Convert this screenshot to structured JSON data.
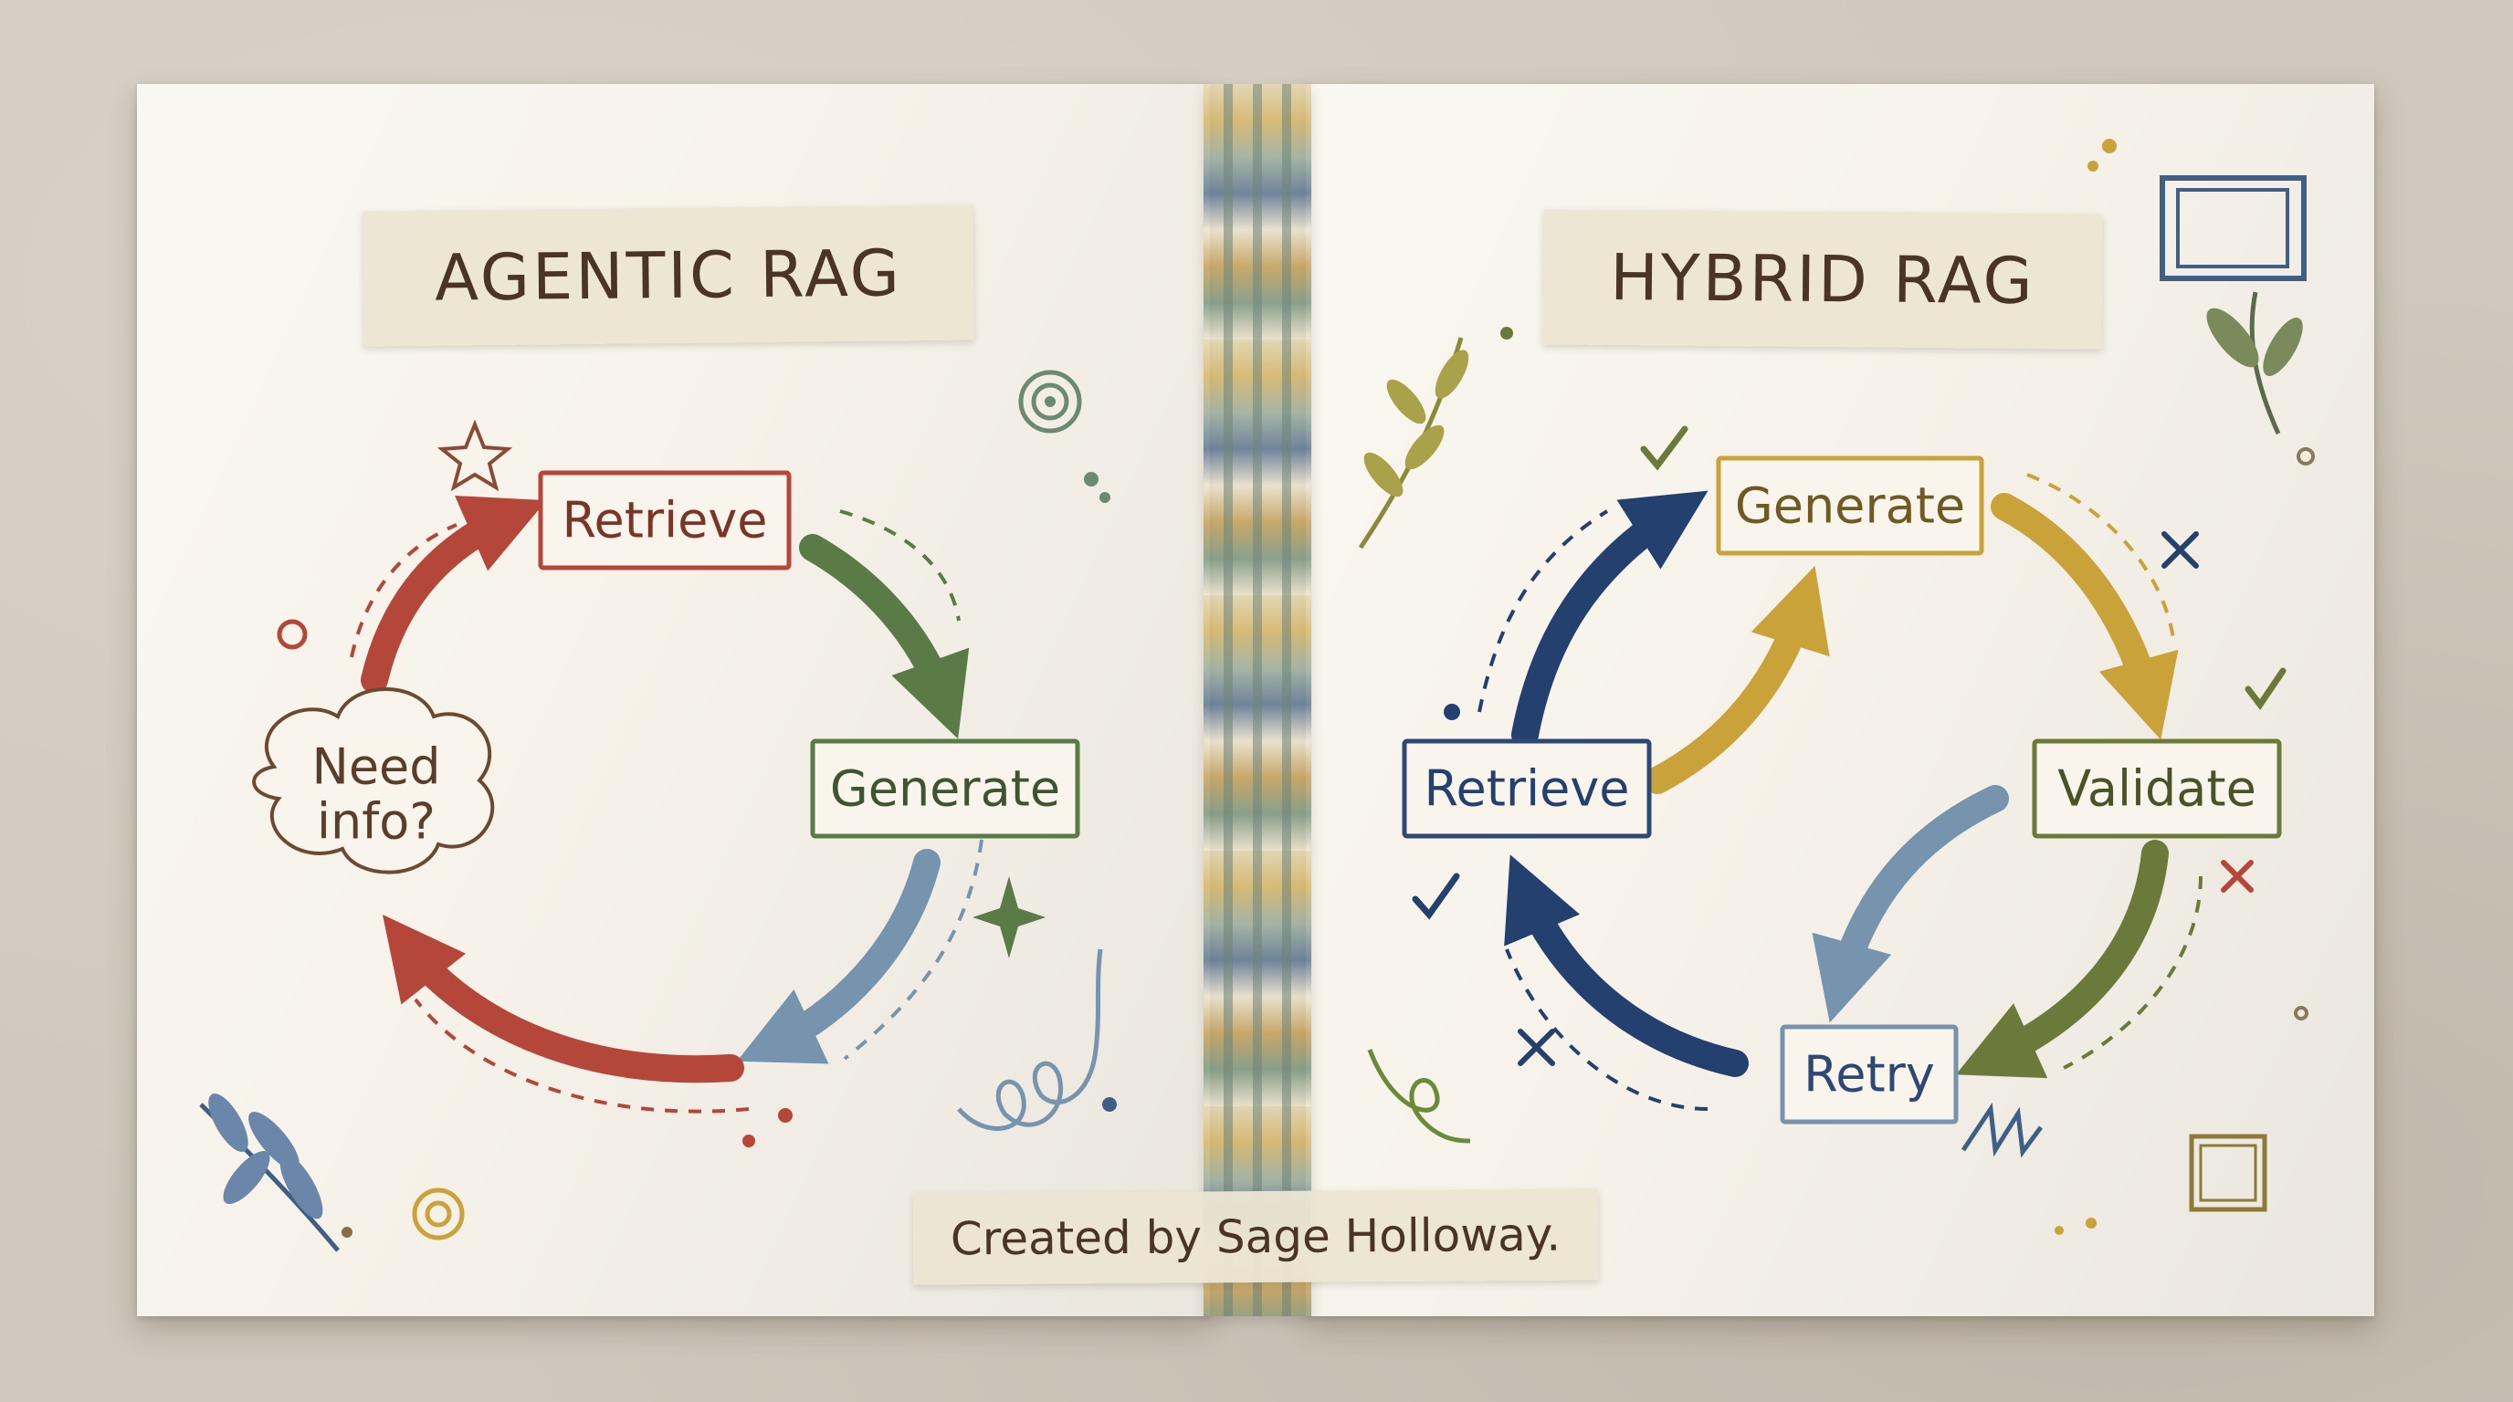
{
  "panels": [
    {
      "title": "AGENTIC RAG",
      "nodes": [
        {
          "id": "retrieve",
          "label": "Retrieve",
          "color": "#b4473a"
        },
        {
          "id": "generate",
          "label": "Generate",
          "color": "#5a7a46"
        },
        {
          "id": "need-info",
          "label_line1": "Need",
          "label_line2": "info?",
          "color": "#6b4a35"
        }
      ],
      "arrow_colors": [
        "#b4473a",
        "#5a7a46",
        "#7694ad",
        "#b4473a"
      ]
    },
    {
      "title": "HYBRID RAG",
      "nodes": [
        {
          "id": "generate",
          "label": "Generate",
          "color": "#c9a23a"
        },
        {
          "id": "validate",
          "label": "Validate",
          "color": "#6b7a3a"
        },
        {
          "id": "retry",
          "label": "Retry",
          "color": "#3f5f86"
        },
        {
          "id": "retrieve",
          "label": "Retrieve",
          "color": "#2d4874"
        }
      ],
      "arrow_colors": [
        "#23406e",
        "#c9a23a",
        "#c9a23a",
        "#7694ad",
        "#6b7a3a",
        "#23406e"
      ]
    }
  ],
  "credit": "Created by Sage Holloway."
}
